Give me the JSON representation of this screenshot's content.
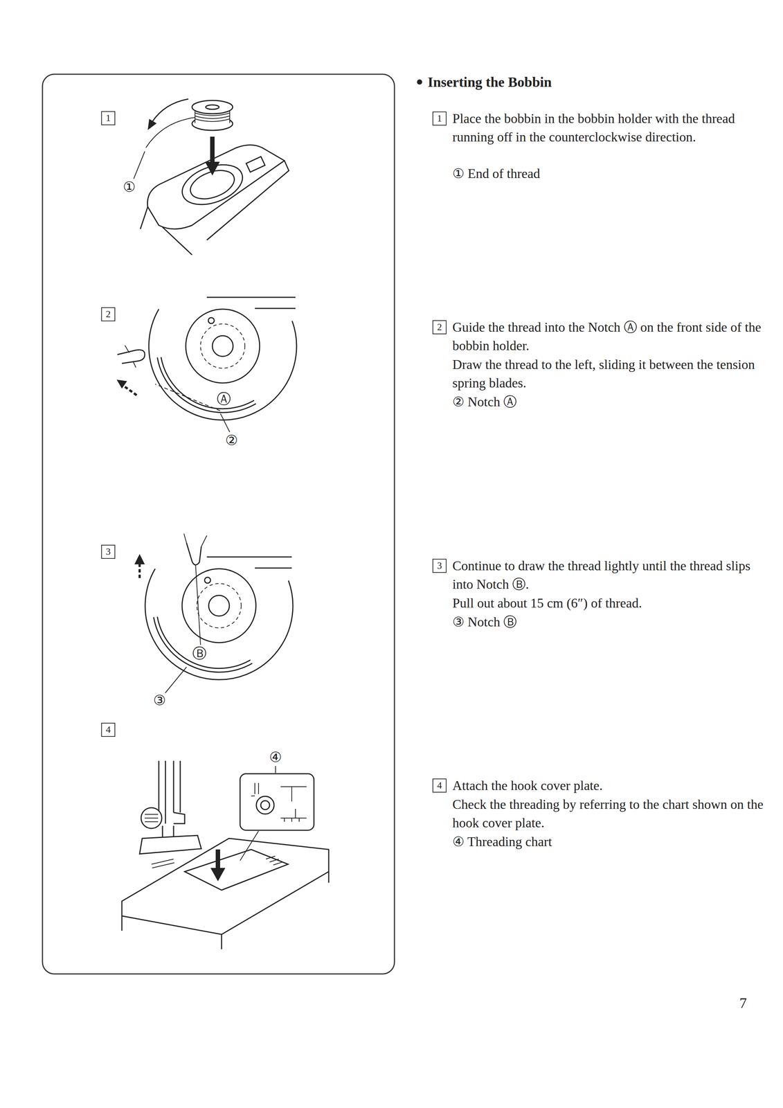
{
  "diagram": {
    "title": "Inserting the Bobbin",
    "nodes": [
      {
        "text": [
          "1"
        ]
      },
      {
        "text": [
          "2"
        ]
      },
      {
        "text": [
          "3"
        ]
      },
      {
        "text": [
          "4"
        ]
      },
      {
        "text": [
          "1"
        ]
      },
      {
        "text": [
          "2"
        ]
      },
      {
        "text": [
          "3"
        ]
      },
      {
        "text": [
          "4"
        ]
      }
    ],
    "labels": [
      "①",
      "Place the bobbin in the bobbin holder with the thread running off in the counterclockwise direction.",
      "① End of thread",
      "Ⓐ",
      "②",
      "Guide the thread into the Notch Ⓐ on the front side of the bobbin holder.",
      "Draw the thread to the left, sliding it between the tension spring blades.",
      "② Notch Ⓐ",
      "Ⓑ",
      "③",
      "Continue to draw the thread lightly until the thread slips into Notch Ⓑ.",
      "Pull out about 15 cm (6″) of thread.",
      "③ Notch Ⓑ",
      "④",
      "Attach the hook cover plate.",
      "Check the threading by referring to the chart shown on the hook cover plate.",
      "④ Threading chart",
      "7"
    ]
  }
}
